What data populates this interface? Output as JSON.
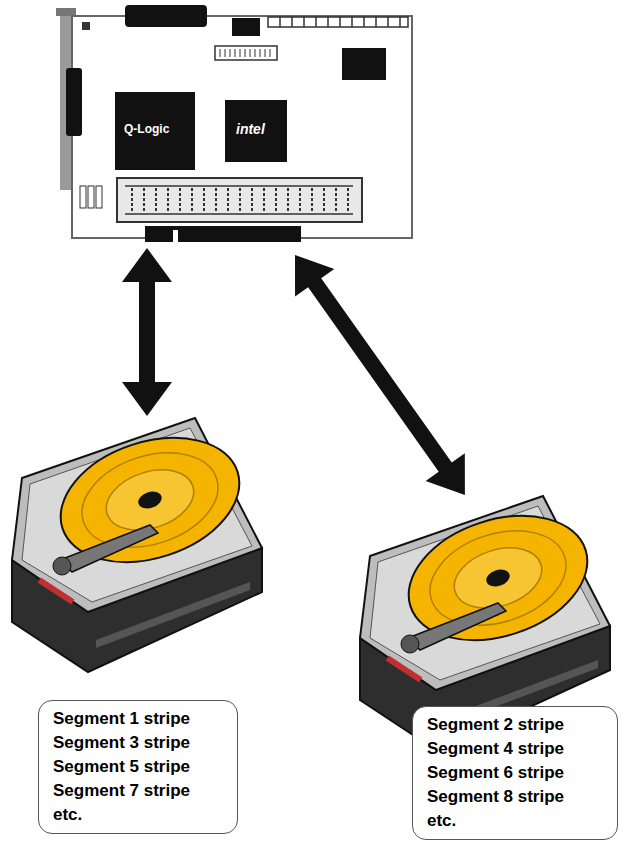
{
  "diagram": {
    "nodes": [
      {
        "text": [
          "Segment 1 stripe",
          "Segment 3 stripe",
          "Segment 5 stripe",
          "Segment 7 stripe",
          "etc."
        ]
      },
      {
        "text": [
          "Segment 2 stripe",
          "Segment 4 stripe",
          "Segment 6 stripe",
          "Segment 8 stripe",
          "etc."
        ]
      }
    ],
    "labels": [
      "Q-Logic",
      "intel"
    ]
  }
}
